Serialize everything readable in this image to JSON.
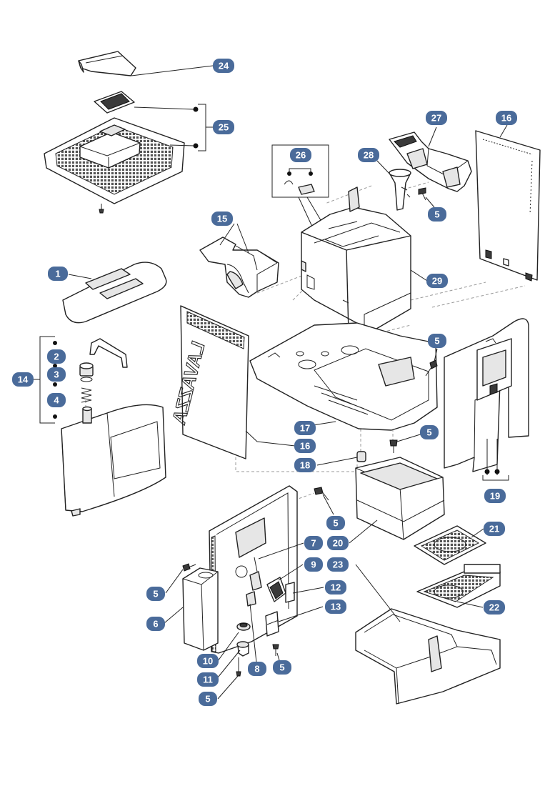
{
  "colors": {
    "badge": "#4a6b9a",
    "badge_text": "#ffffff",
    "line": "#222222",
    "dash": "#999999"
  },
  "callouts": [
    {
      "id": "c24",
      "label": "24"
    },
    {
      "id": "c25",
      "label": "25"
    },
    {
      "id": "c26",
      "label": "26"
    },
    {
      "id": "c27",
      "label": "27"
    },
    {
      "id": "c28",
      "label": "28"
    },
    {
      "id": "c16a",
      "label": "16"
    },
    {
      "id": "c15",
      "label": "15"
    },
    {
      "id": "c5a",
      "label": "5"
    },
    {
      "id": "c1",
      "label": "1"
    },
    {
      "id": "c29",
      "label": "29"
    },
    {
      "id": "c14",
      "label": "14"
    },
    {
      "id": "c2",
      "label": "2"
    },
    {
      "id": "c3",
      "label": "3"
    },
    {
      "id": "c4",
      "label": "4"
    },
    {
      "id": "c5b",
      "label": "5"
    },
    {
      "id": "c17",
      "label": "17"
    },
    {
      "id": "c16b",
      "label": "16"
    },
    {
      "id": "c5c",
      "label": "5"
    },
    {
      "id": "c18",
      "label": "18"
    },
    {
      "id": "c19",
      "label": "19"
    },
    {
      "id": "c5d",
      "label": "5"
    },
    {
      "id": "c20",
      "label": "20"
    },
    {
      "id": "c21",
      "label": "21"
    },
    {
      "id": "c7",
      "label": "7"
    },
    {
      "id": "c9",
      "label": "9"
    },
    {
      "id": "c23",
      "label": "23"
    },
    {
      "id": "c12",
      "label": "12"
    },
    {
      "id": "c5e",
      "label": "5"
    },
    {
      "id": "c22",
      "label": "22"
    },
    {
      "id": "c13",
      "label": "13"
    },
    {
      "id": "c6",
      "label": "6"
    },
    {
      "id": "c10",
      "label": "10"
    },
    {
      "id": "c8",
      "label": "8"
    },
    {
      "id": "c5f",
      "label": "5"
    },
    {
      "id": "c11",
      "label": "11"
    },
    {
      "id": "c5g",
      "label": "5"
    }
  ],
  "logo": {
    "text": "LAVAZZA"
  }
}
